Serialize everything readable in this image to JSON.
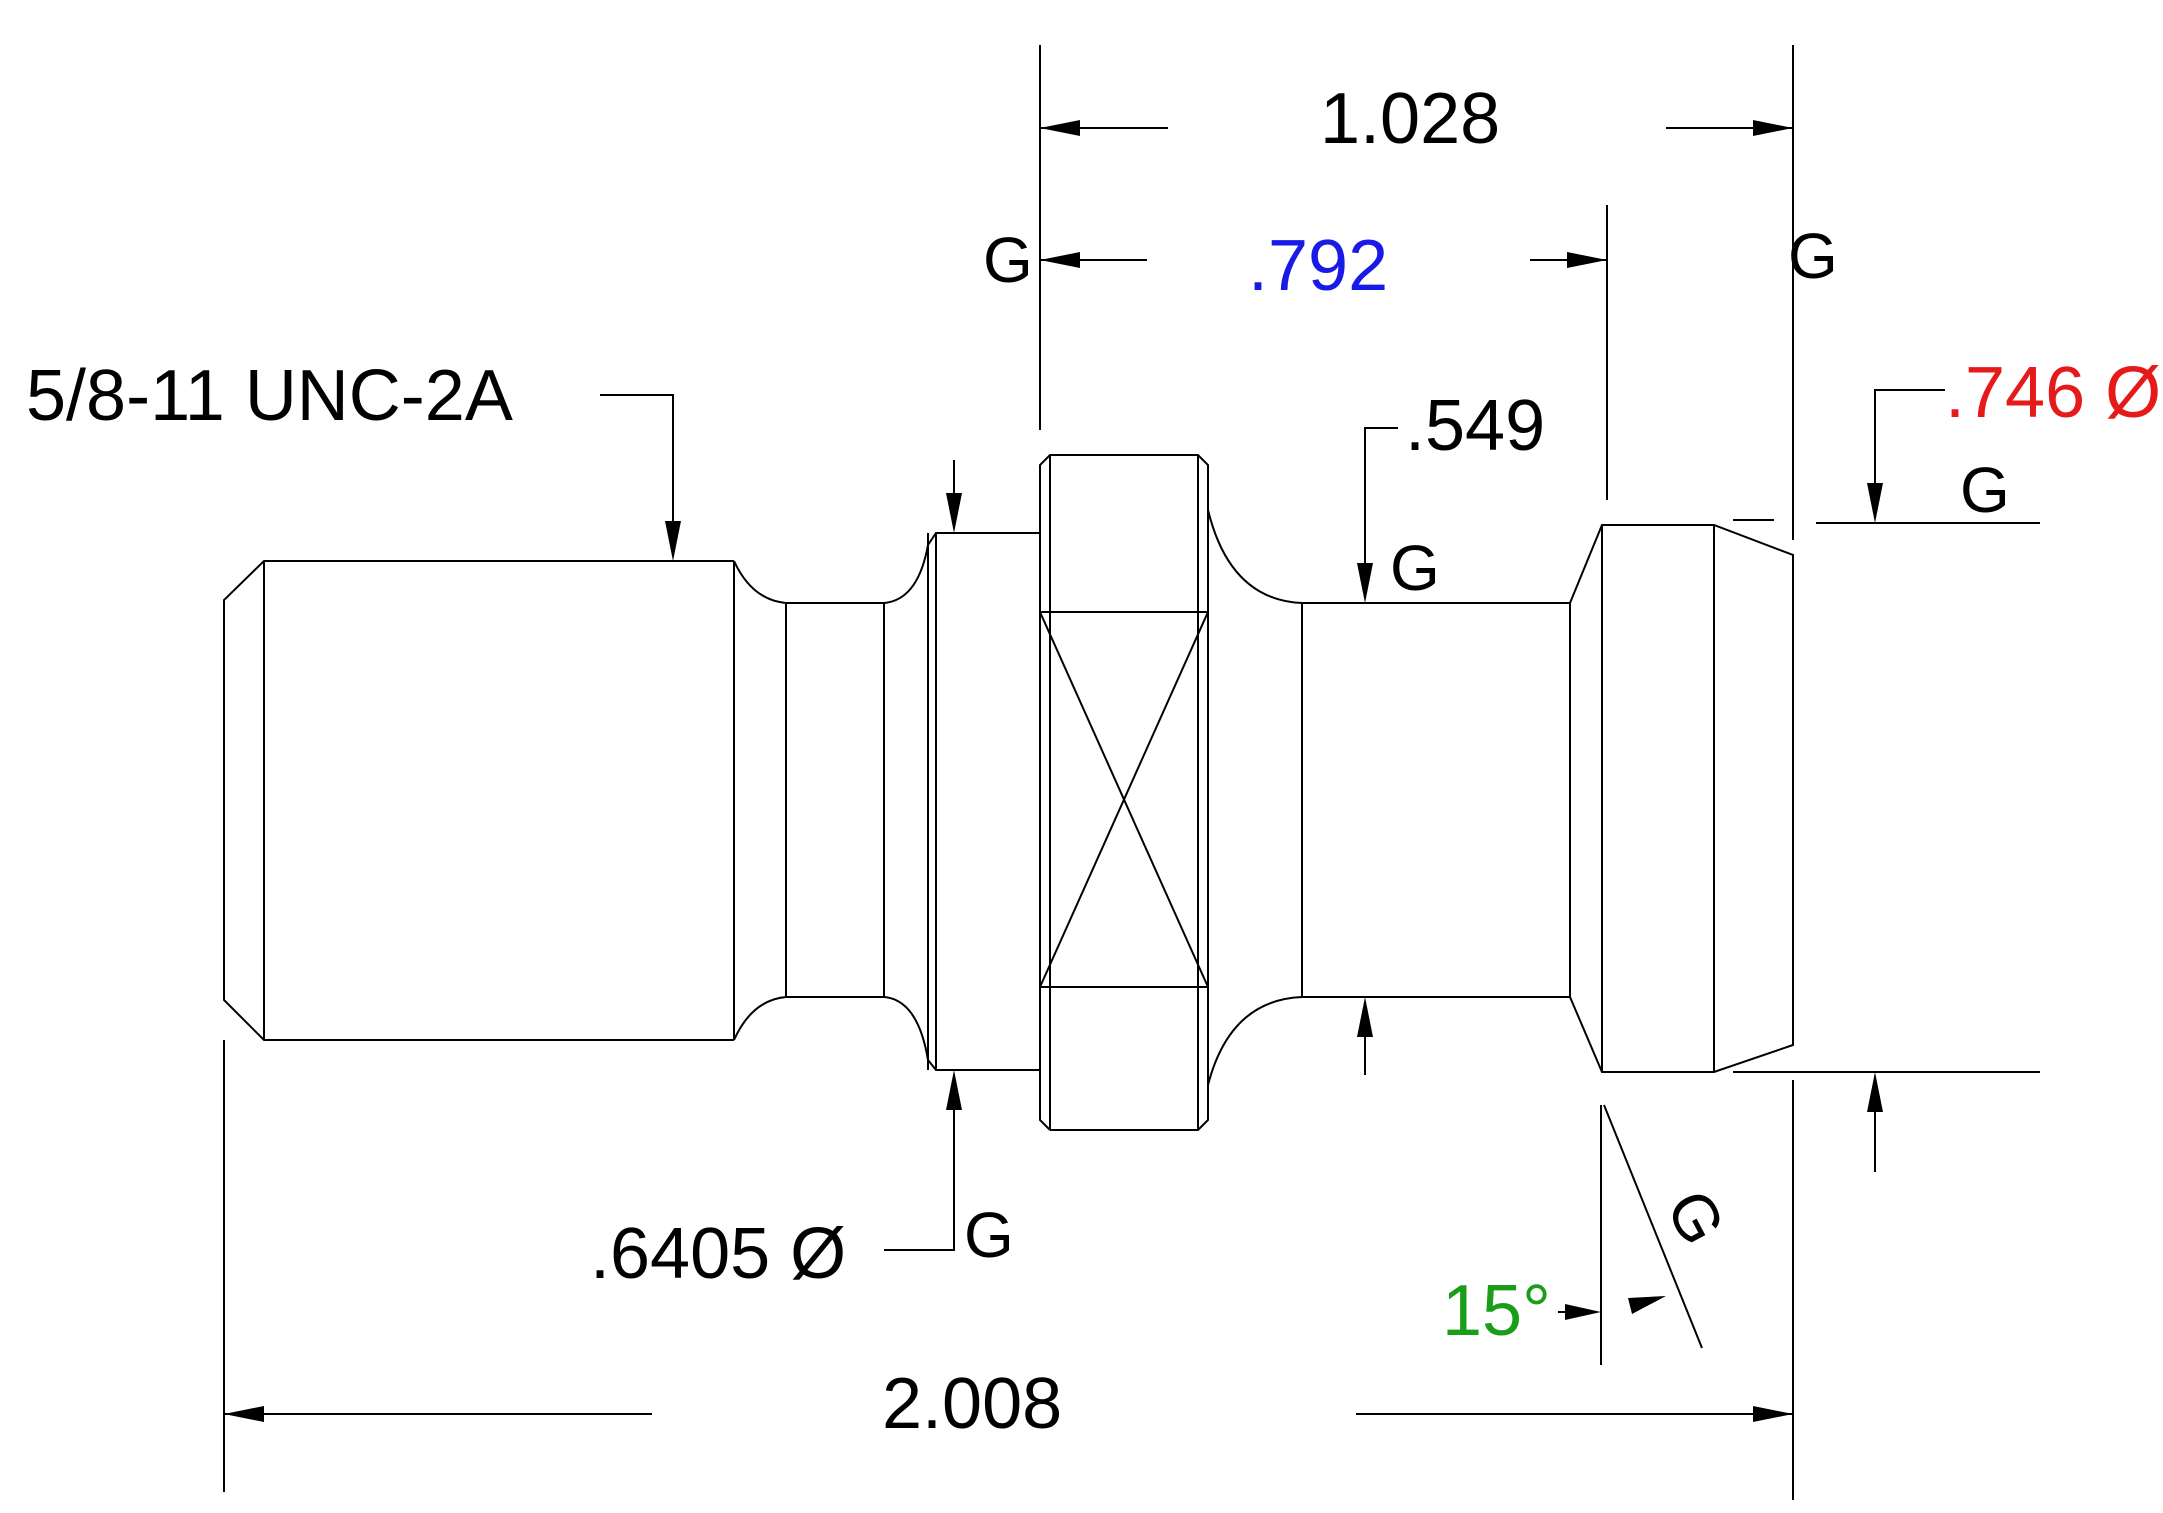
{
  "dimensions": {
    "overall_length": ".2.008",
    "flange_to_face": "1.028",
    "g_to_g": ".792",
    "neck_diameter": ".549",
    "head_diameter": ".746 Ø",
    "collar_diameter": ".6405 Ø",
    "thread_callout": "5/8-11 UNC-2A",
    "taper_angle": "15°",
    "grind_mark": "G"
  },
  "colors": {
    "line": "#000000",
    "g_to_g": "#1a1ae6",
    "head_diameter": "#e61a1a",
    "taper_angle": "#1a9e1a"
  }
}
